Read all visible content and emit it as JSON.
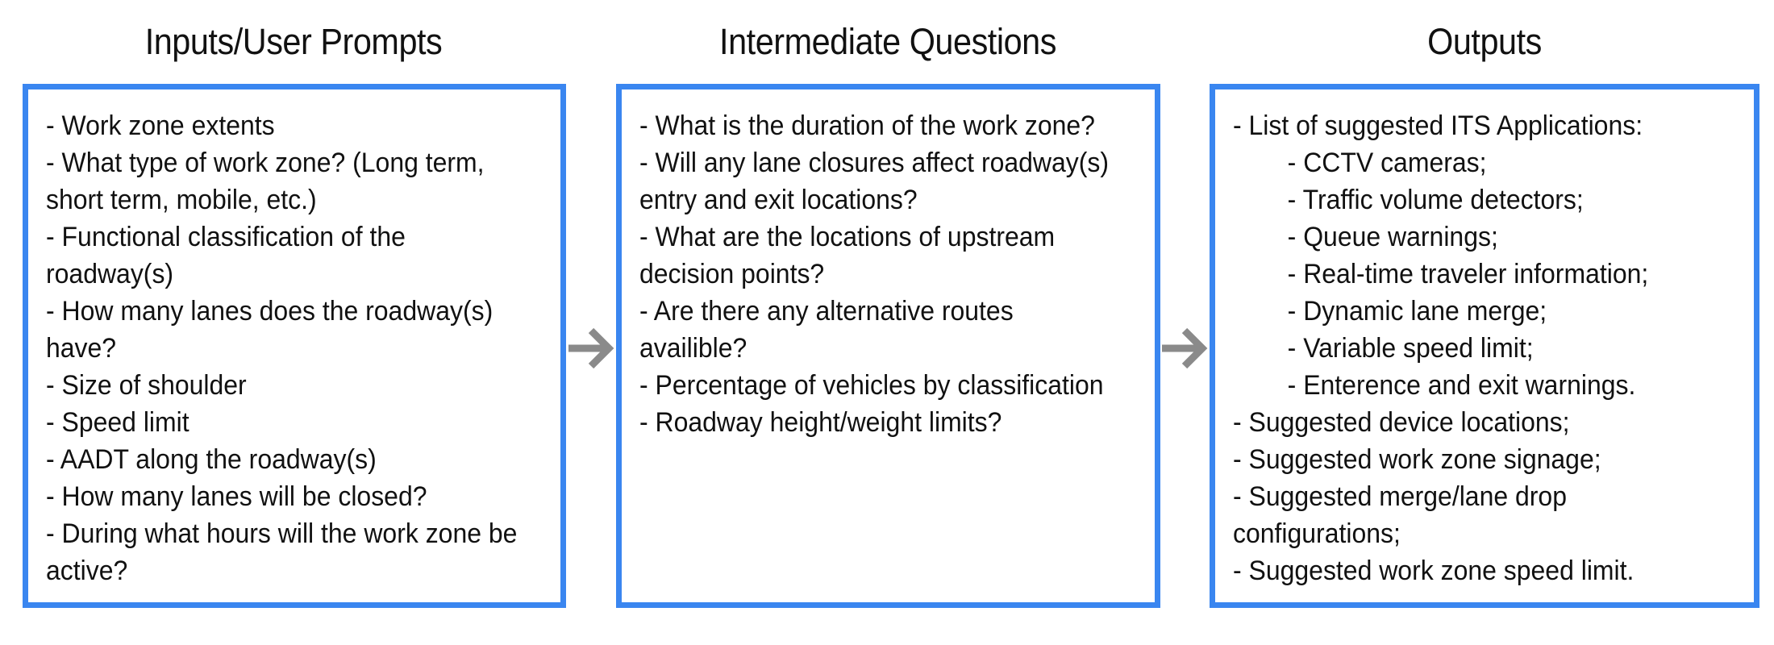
{
  "columns": [
    {
      "title": "Inputs/User Prompts",
      "lines": [
        "- Work zone extents",
        "- What type of work zone? (Long term,",
        "short term, mobile, etc.)",
        "- Functional classification of the",
        "roadway(s)",
        "- How many lanes does the roadway(s)",
        "have?",
        "- Size of shoulder",
        "- Speed limit",
        "- AADT along the roadway(s)",
        "- How many lanes will be closed?",
        "- During what hours will the work zone be",
        "active?"
      ]
    },
    {
      "title": "Intermediate Questions",
      "lines": [
        "- What is the duration of the work zone?",
        "- Will any lane closures affect roadway(s)",
        "entry and exit locations?",
        "- What are the locations of upstream",
        "decision points?",
        "- Are there any alternative routes",
        "availible?",
        "- Percentage of vehicles by classification",
        "- Roadway height/weight limits?"
      ]
    },
    {
      "title": "Outputs",
      "lines": [
        "- List of suggested ITS Applications:",
        "- CCTV cameras;",
        "- Traffic volume detectors;",
        "- Queue warnings;",
        "- Real-time traveler information;",
        "- Dynamic lane merge;",
        "- Variable speed limit;",
        "- Enterence and exit warnings.",
        "- Suggested device locations;",
        "- Suggested work zone signage;",
        "- Suggested merge/lane drop",
        "configurations;",
        "- Suggested work zone speed limit."
      ]
    }
  ],
  "colors": {
    "box_border": "#3a86f0",
    "arrow": "#8a8a8a"
  }
}
